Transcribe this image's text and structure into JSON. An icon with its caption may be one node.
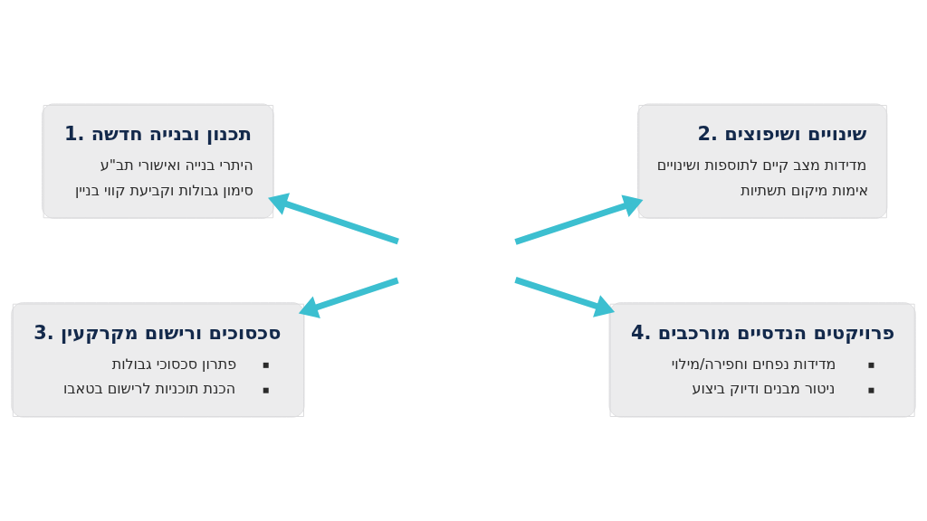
{
  "diagram": {
    "nodes": [
      {
        "text": [
          "1. תכנון ובנייה חדשה",
          "היתרי בנייה ואישורי תב\"ע",
          "סימון גבולות וקביעת קווי בניין"
        ]
      },
      {
        "text": [
          "2. שינויים ושיפוצים",
          "מדידות מצב קיים לתוספות ושינויים",
          "אימות מיקום תשתיות"
        ]
      },
      {
        "text": [
          "3. סכסוכים ורישום מקרקעין",
          "פתרון סכסוכי גבולות",
          "הכנת תוכניות לרישום בטאבו"
        ]
      },
      {
        "text": [
          "4. פרויקטים הנדסיים מורכבים",
          "מדידות נפחים וחפירה/מילוי",
          "ניטור מבנים ודיוק ביצוע"
        ]
      }
    ],
    "edges": [
      {
        "from": null,
        "to": 0,
        "arrow": "to"
      },
      {
        "from": null,
        "to": 1,
        "arrow": "to"
      },
      {
        "from": null,
        "to": 2,
        "arrow": "to"
      },
      {
        "from": null,
        "to": 3,
        "arrow": "to"
      }
    ]
  }
}
